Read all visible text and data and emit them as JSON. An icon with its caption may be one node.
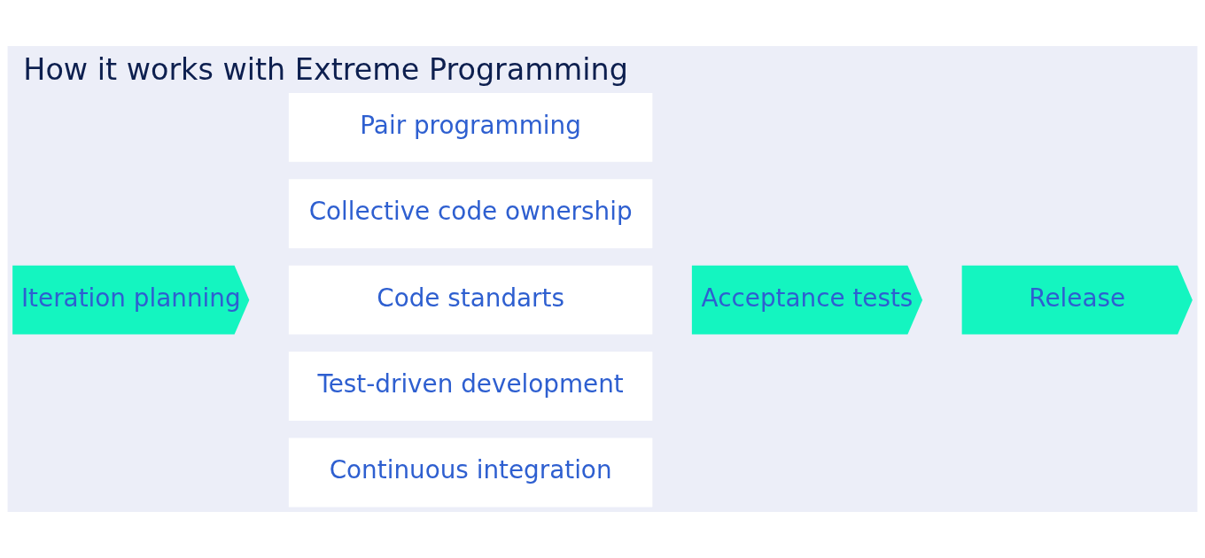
{
  "diagram": {
    "title": "How it works with Extreme Programming",
    "nodes": [
      {
        "text": [
          "Iteration planning"
        ]
      },
      {
        "text": [
          "Pair programming"
        ]
      },
      {
        "text": [
          "Collective code ownership"
        ]
      },
      {
        "text": [
          "Code standarts"
        ]
      },
      {
        "text": [
          "Test-driven development"
        ]
      },
      {
        "text": [
          "Continuous integration"
        ]
      },
      {
        "text": [
          "Acceptance tests"
        ]
      },
      {
        "text": [
          "Release"
        ]
      }
    ],
    "edges": []
  }
}
